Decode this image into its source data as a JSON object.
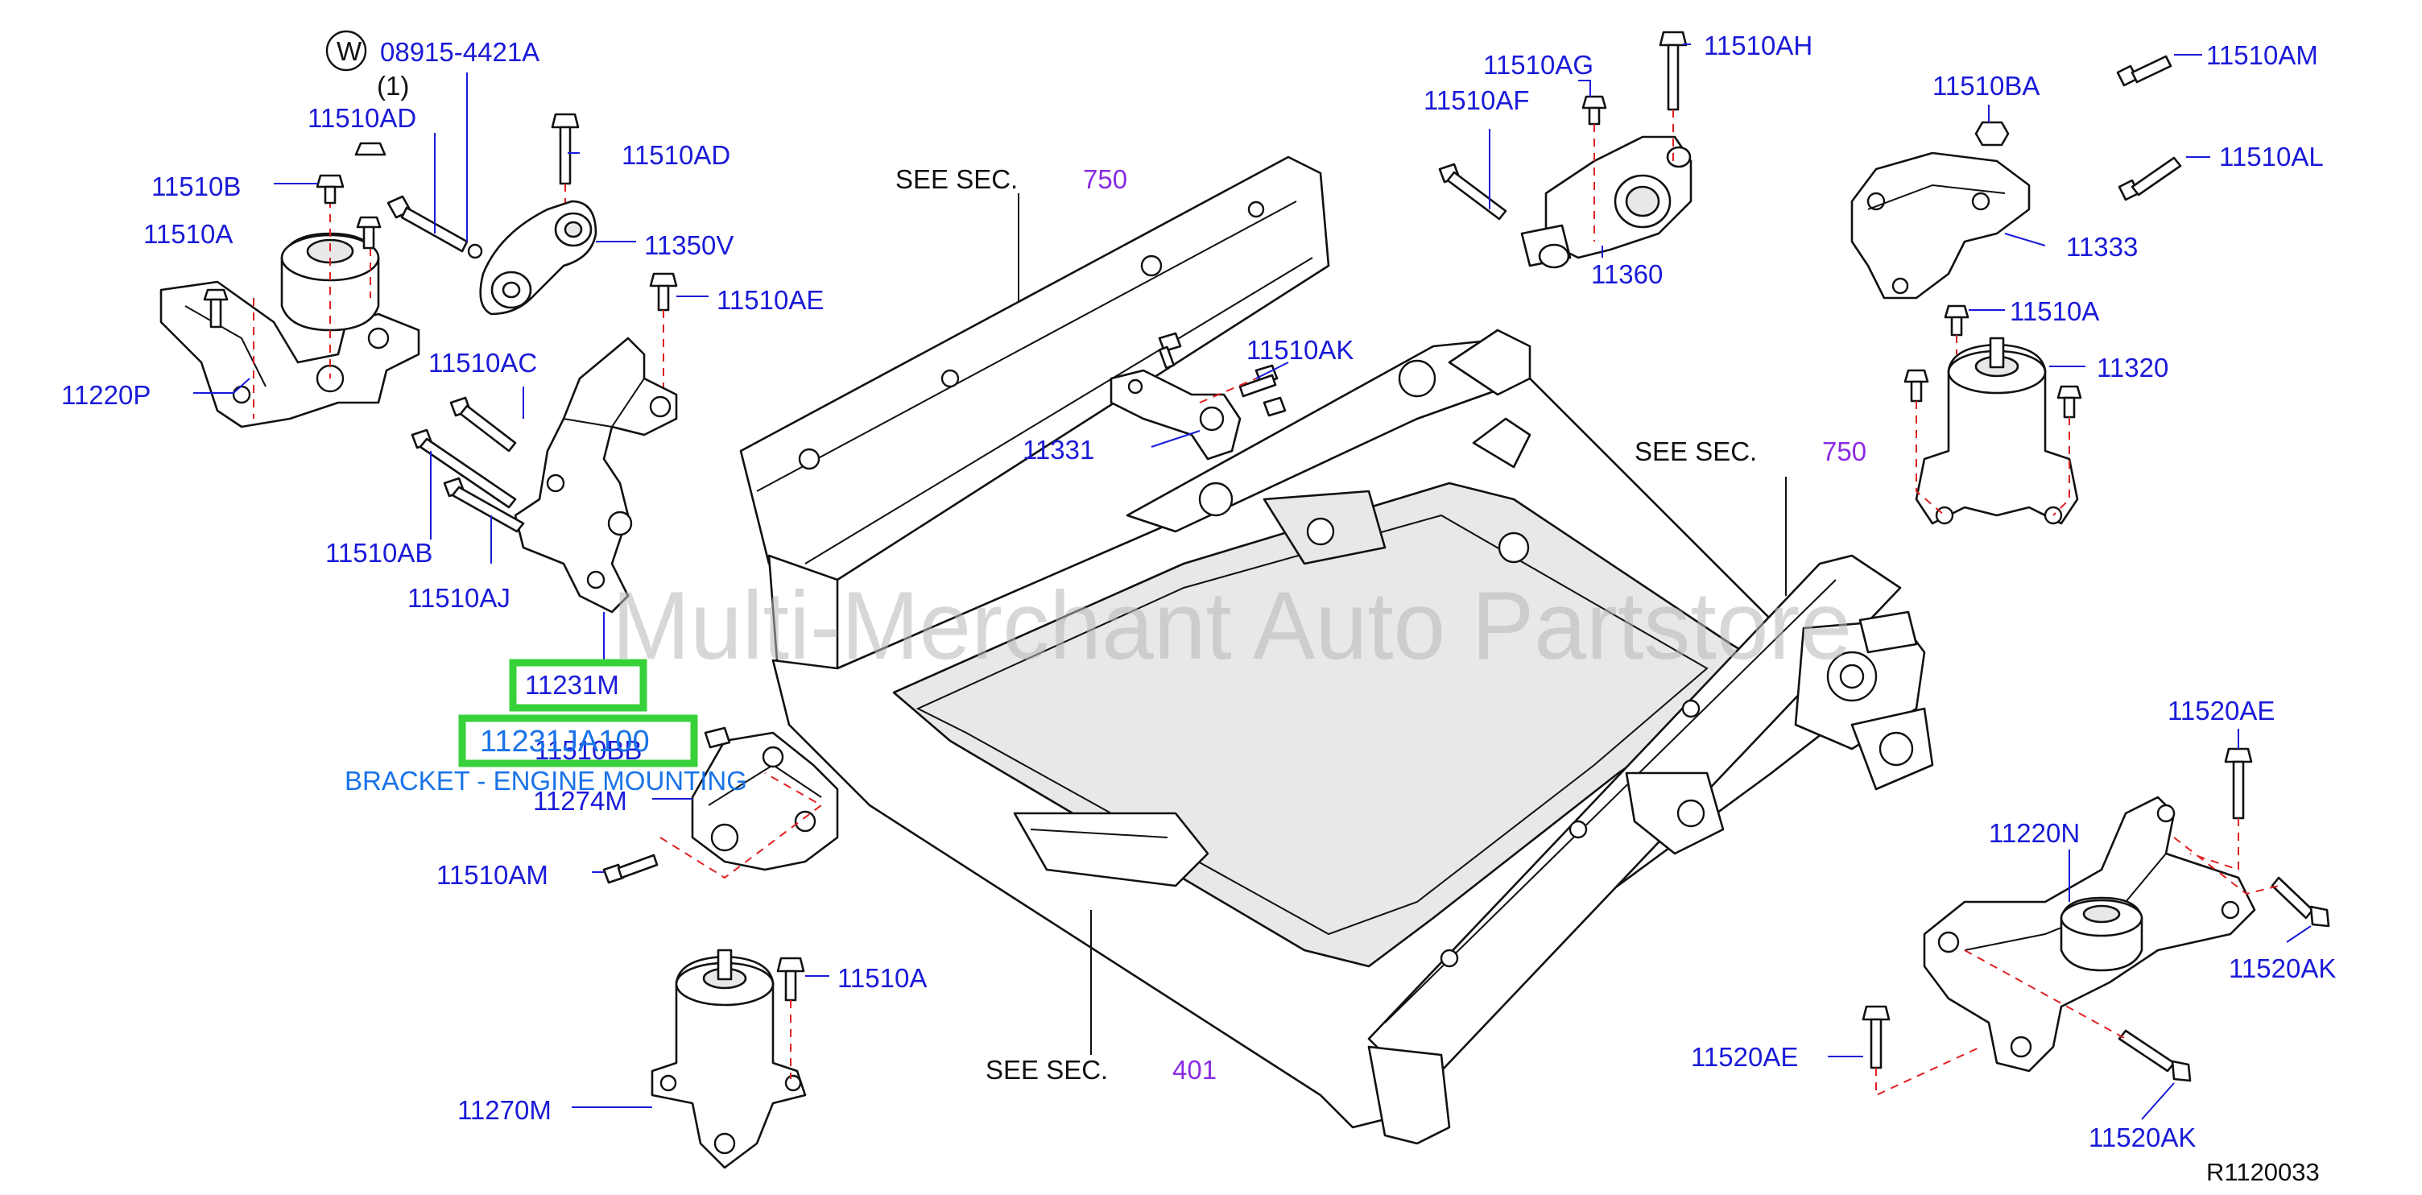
{
  "labels": {
    "w_circle": "W",
    "p08915": "08915-4421A",
    "qty1": "(1)",
    "p11510AD_a": "11510AD",
    "p11510AD_b": "11510AD",
    "p11510B": "11510B",
    "p11350V": "11350V",
    "p11510A_a": "11510A",
    "p11510AE": "11510AE",
    "p11220P": "11220P",
    "p11510AC": "11510AC",
    "p11510AB": "11510AB",
    "p11510AJ": "11510AJ",
    "p11231M": "11231M",
    "p11231JA100": "11231JA100",
    "p11510BB": "11510BB",
    "bracket_caption": "BRACKET - ENGINE MOUNTING",
    "p11274M": "11274M",
    "p11510AM_a": "11510AM",
    "p11510A_b": "11510A",
    "p11270M": "11270M",
    "see_sec_1": "SEE   SEC.",
    "sec750_1": "750",
    "p11331": "11331",
    "p11510AK": "11510AK",
    "p11510AG": "11510AG",
    "p11510AF": "11510AF",
    "p11510AH": "11510AH",
    "p11360": "11360",
    "p11510BA": "11510BA",
    "p11510AM_b": "11510AM",
    "p11510AL": "11510AL",
    "p11333": "11333",
    "p11510A_c": "11510A",
    "p11320": "11320",
    "see_sec_2": "SEE   SEC.",
    "sec750_2": "750",
    "see_sec_3": "SEE   SEC.",
    "sec401": "401",
    "p11520AE_a": "11520AE",
    "p11220N": "11220N",
    "p11520AK_a": "11520AK",
    "p11520AE_b": "11520AE",
    "p11520AK_b": "11520AK",
    "ref_code": "R1120033",
    "watermark": "Multi-Merchant Auto Partstore"
  },
  "colors": {
    "label_blue": "#1a1ad8",
    "section_purple": "#8a2be2",
    "highlight_green": "#37d23a",
    "caption_blue": "#1a73e8",
    "dash_red": "#e02020"
  },
  "highlighted_parts": [
    "11231M",
    "11231JA100"
  ]
}
